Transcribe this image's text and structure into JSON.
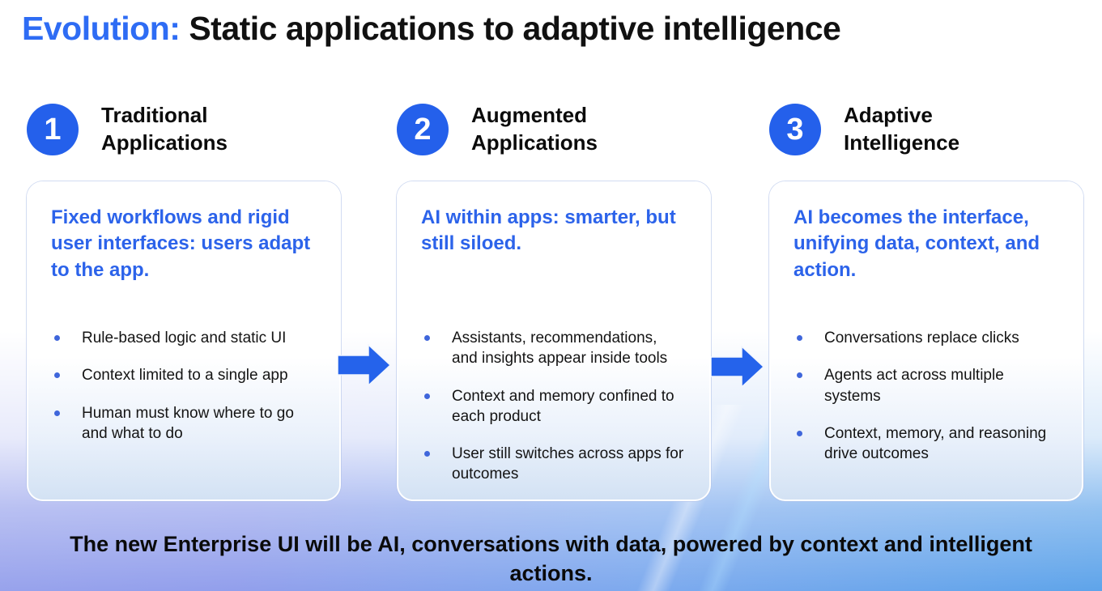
{
  "title": {
    "highlight": "Evolution:",
    "rest": " Static applications to adaptive intelligence"
  },
  "columns": [
    {
      "number": "1",
      "header": "Traditional Applications",
      "headline": "Fixed workflows and rigid user interfaces: users adapt to the app.",
      "bullets": [
        "Rule-based logic and static UI",
        "Context limited to a single app",
        "Human must know where to go and what to do"
      ]
    },
    {
      "number": "2",
      "header": "Augmented Applications",
      "headline": "AI within apps: smarter, but still siloed.",
      "bullets": [
        "Assistants, recommendations, and insights appear inside tools",
        "Context and memory confined to each product",
        "User still switches across apps for outcomes"
      ]
    },
    {
      "number": "3",
      "header": "Adaptive Intelligence",
      "headline": "AI becomes the interface, unifying data, context, and action.",
      "bullets": [
        "Conversations replace clicks",
        "Agents act across multiple systems",
        "Context, memory, and reasoning drive outcomes"
      ]
    }
  ],
  "footer": {
    "statement": "The new Enterprise UI will be AI, conversations with data, powered by context and intelligent actions."
  },
  "colors": {
    "accent_blue": "#2563eb",
    "title_blue": "#2e6cf4",
    "headline_blue": "#2c63ea",
    "bg_bottom_left": "#9aa4ec",
    "bg_bottom_right": "#5ea4ea"
  }
}
